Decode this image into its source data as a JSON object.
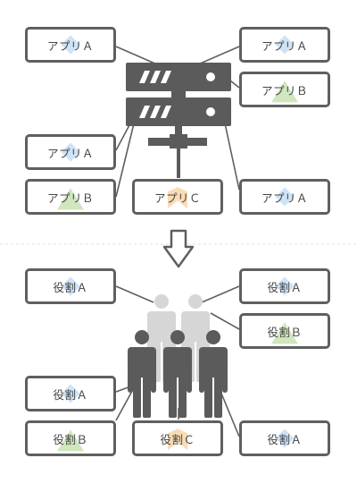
{
  "top": {
    "boxes": [
      {
        "id": "t1",
        "label": "アプリＡ",
        "shape": "diamond"
      },
      {
        "id": "t2",
        "label": "アプリＡ",
        "shape": "diamond"
      },
      {
        "id": "t3",
        "label": "アプリＢ",
        "shape": "triangle"
      },
      {
        "id": "t4",
        "label": "アプリＡ",
        "shape": "diamond"
      },
      {
        "id": "t5",
        "label": "アプリＢ",
        "shape": "triangle"
      },
      {
        "id": "t6",
        "label": "アプリＣ",
        "shape": "chevron"
      },
      {
        "id": "t7",
        "label": "アプリＡ",
        "shape": "diamond"
      }
    ]
  },
  "bottom": {
    "boxes": [
      {
        "id": "b1",
        "label": "役割Ａ",
        "shape": "diamond"
      },
      {
        "id": "b2",
        "label": "役割Ａ",
        "shape": "diamond"
      },
      {
        "id": "b3",
        "label": "役割Ｂ",
        "shape": "triangle"
      },
      {
        "id": "b4",
        "label": "役割Ａ",
        "shape": "diamond"
      },
      {
        "id": "b5",
        "label": "役割Ｂ",
        "shape": "triangle"
      },
      {
        "id": "b6",
        "label": "役割Ｃ",
        "shape": "chevron"
      },
      {
        "id": "b7",
        "label": "役割Ａ",
        "shape": "diamond"
      }
    ]
  },
  "colors": {
    "box_border": "#5f5f5f",
    "server": "#5b5b5b",
    "person_front": "#5b5b5b",
    "person_back": "#d6d6d6",
    "diamond": "#cfe3f7",
    "triangle": "#cfe6be",
    "chevron": "#f8dcb6"
  },
  "icons": [
    "server-rack-icon",
    "network-connector-icon",
    "down-arrow-icon",
    "people-group-icon"
  ]
}
